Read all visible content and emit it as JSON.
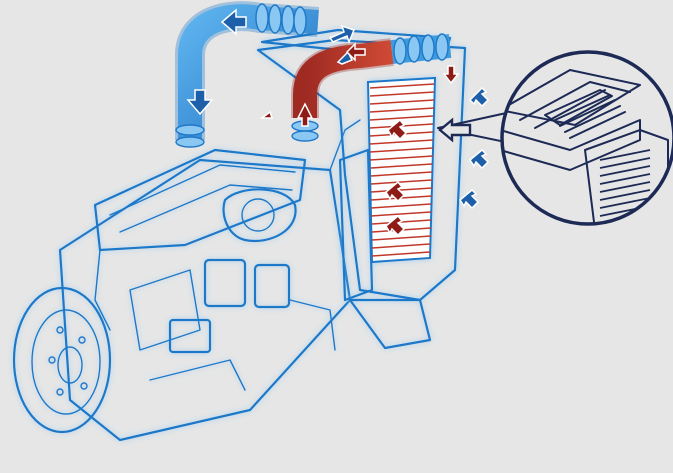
{
  "figure": {
    "kind": "engine cooling illustration",
    "colors": {
      "background": "#e6e6e6",
      "outline": "#1e78c8",
      "cold_pipe": "#2f8fd8",
      "hot_pipe": "#b8322a",
      "cold_arrow": "#1d5fa8",
      "hot_arrow": "#8e1b16",
      "radiator_lines": "#c0392b",
      "zoom_ring": "#1c2a55"
    },
    "icons": [
      "engine-outline",
      "radiator",
      "coolant-pipe-cold",
      "coolant-pipe-hot",
      "airflow-arrow",
      "zoom-detail-circle"
    ]
  }
}
